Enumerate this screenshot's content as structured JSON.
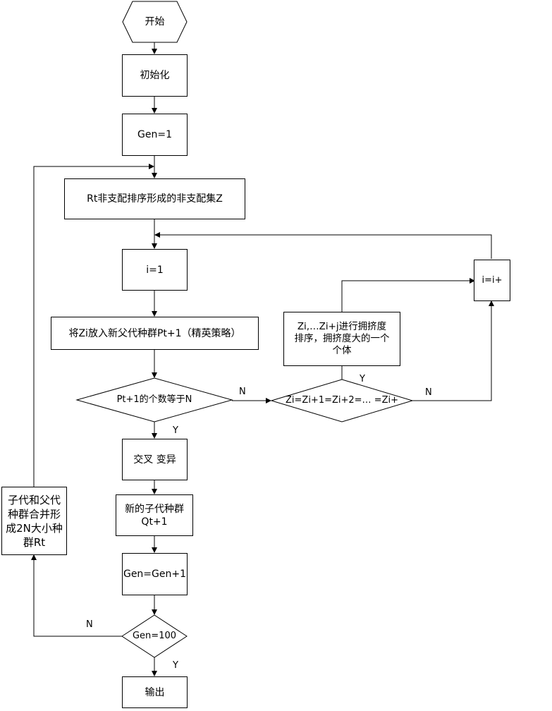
{
  "nodes": {
    "start": "开始",
    "init": "初始化",
    "gen1": "Gen=1",
    "rt_sort": "Rt非支配排序形成的非支配集Z",
    "i1": "i=1",
    "elite": "将Zi放入新父代种群Pt+1（精英策略）",
    "count_check": "Pt+1的个数等于N",
    "z_equal": "Zi=Zi+1=Zi+2=… =Zi+",
    "crowd_sort": "Zi,…Zi+j进行拥挤度\n排序，拥挤度大的一个\n个体",
    "i_inc": "i=i+",
    "crossover": "交叉 变异",
    "new_offspring": "新的子代种群\nQt+1",
    "gen_inc": "Gen=Gen+1",
    "gen_check": "Gen=100",
    "output": "输出",
    "merge": "子代和父代\n种群合并形\n成2N大小种\n群Rt"
  },
  "edge_labels": {
    "count_no": "N",
    "count_yes": "Y",
    "z_yes": "Y",
    "z_no": "N",
    "gen_no": "N",
    "gen_yes": "Y"
  }
}
